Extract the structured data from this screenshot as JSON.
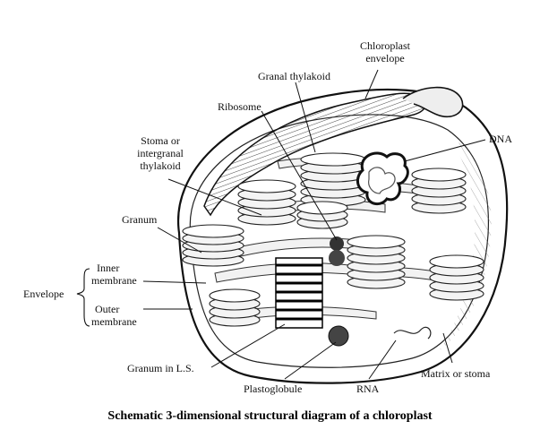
{
  "labels": {
    "chloroplast_envelope_line1": "Chloroplast",
    "chloroplast_envelope_line2": "envelope",
    "granal_thylakoid": "Granal thylakoid",
    "dna": "DNA",
    "ribosome": "Ribosome",
    "stoma_line1": "Stoma or",
    "stoma_line2": "intergranal",
    "stoma_line3": "thylakoid",
    "granum": "Granum",
    "envelope": "Envelope",
    "inner_line1": "Inner",
    "inner_line2": "membrane",
    "outer_line1": "Outer",
    "outer_line2": "membrane",
    "granum_ls": "Granum in L.S.",
    "plastoglobule": "Plastoglobule",
    "rna": "RNA",
    "matrix": "Matrix or stoma"
  },
  "caption": "Schematic 3-dimensional structural diagram of a chloroplast"
}
